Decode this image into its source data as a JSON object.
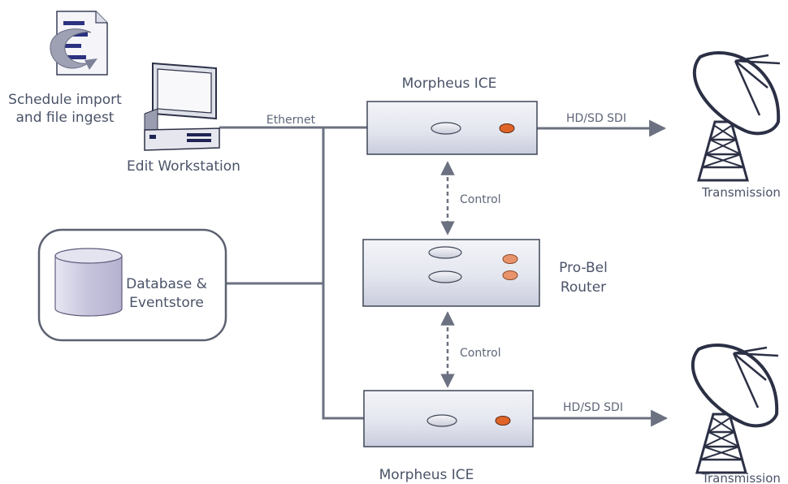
{
  "schedule": {
    "line1": "Schedule import",
    "line2": "and file ingest"
  },
  "workstation": {
    "label": "Edit Workstation"
  },
  "ethernet": {
    "label": "Ethernet"
  },
  "database": {
    "line1": "Database &",
    "line2": "Eventstore"
  },
  "ice_top": {
    "label": "Morpheus ICE",
    "output": "HD/SD SDI"
  },
  "ice_bottom": {
    "label": "Morpheus ICE",
    "output": "HD/SD SDI"
  },
  "router": {
    "line1": "Pro-Bel",
    "line2": "Router"
  },
  "control_top": {
    "label": "Control"
  },
  "control_bottom": {
    "label": "Control"
  },
  "transmission_top": {
    "label": "Transmission"
  },
  "transmission_bottom": {
    "label": "Transmission"
  },
  "colors": {
    "line": "#6b7180",
    "text": "#4a5368",
    "box_fill": "#e9ebf3",
    "led": "#e0642a"
  }
}
